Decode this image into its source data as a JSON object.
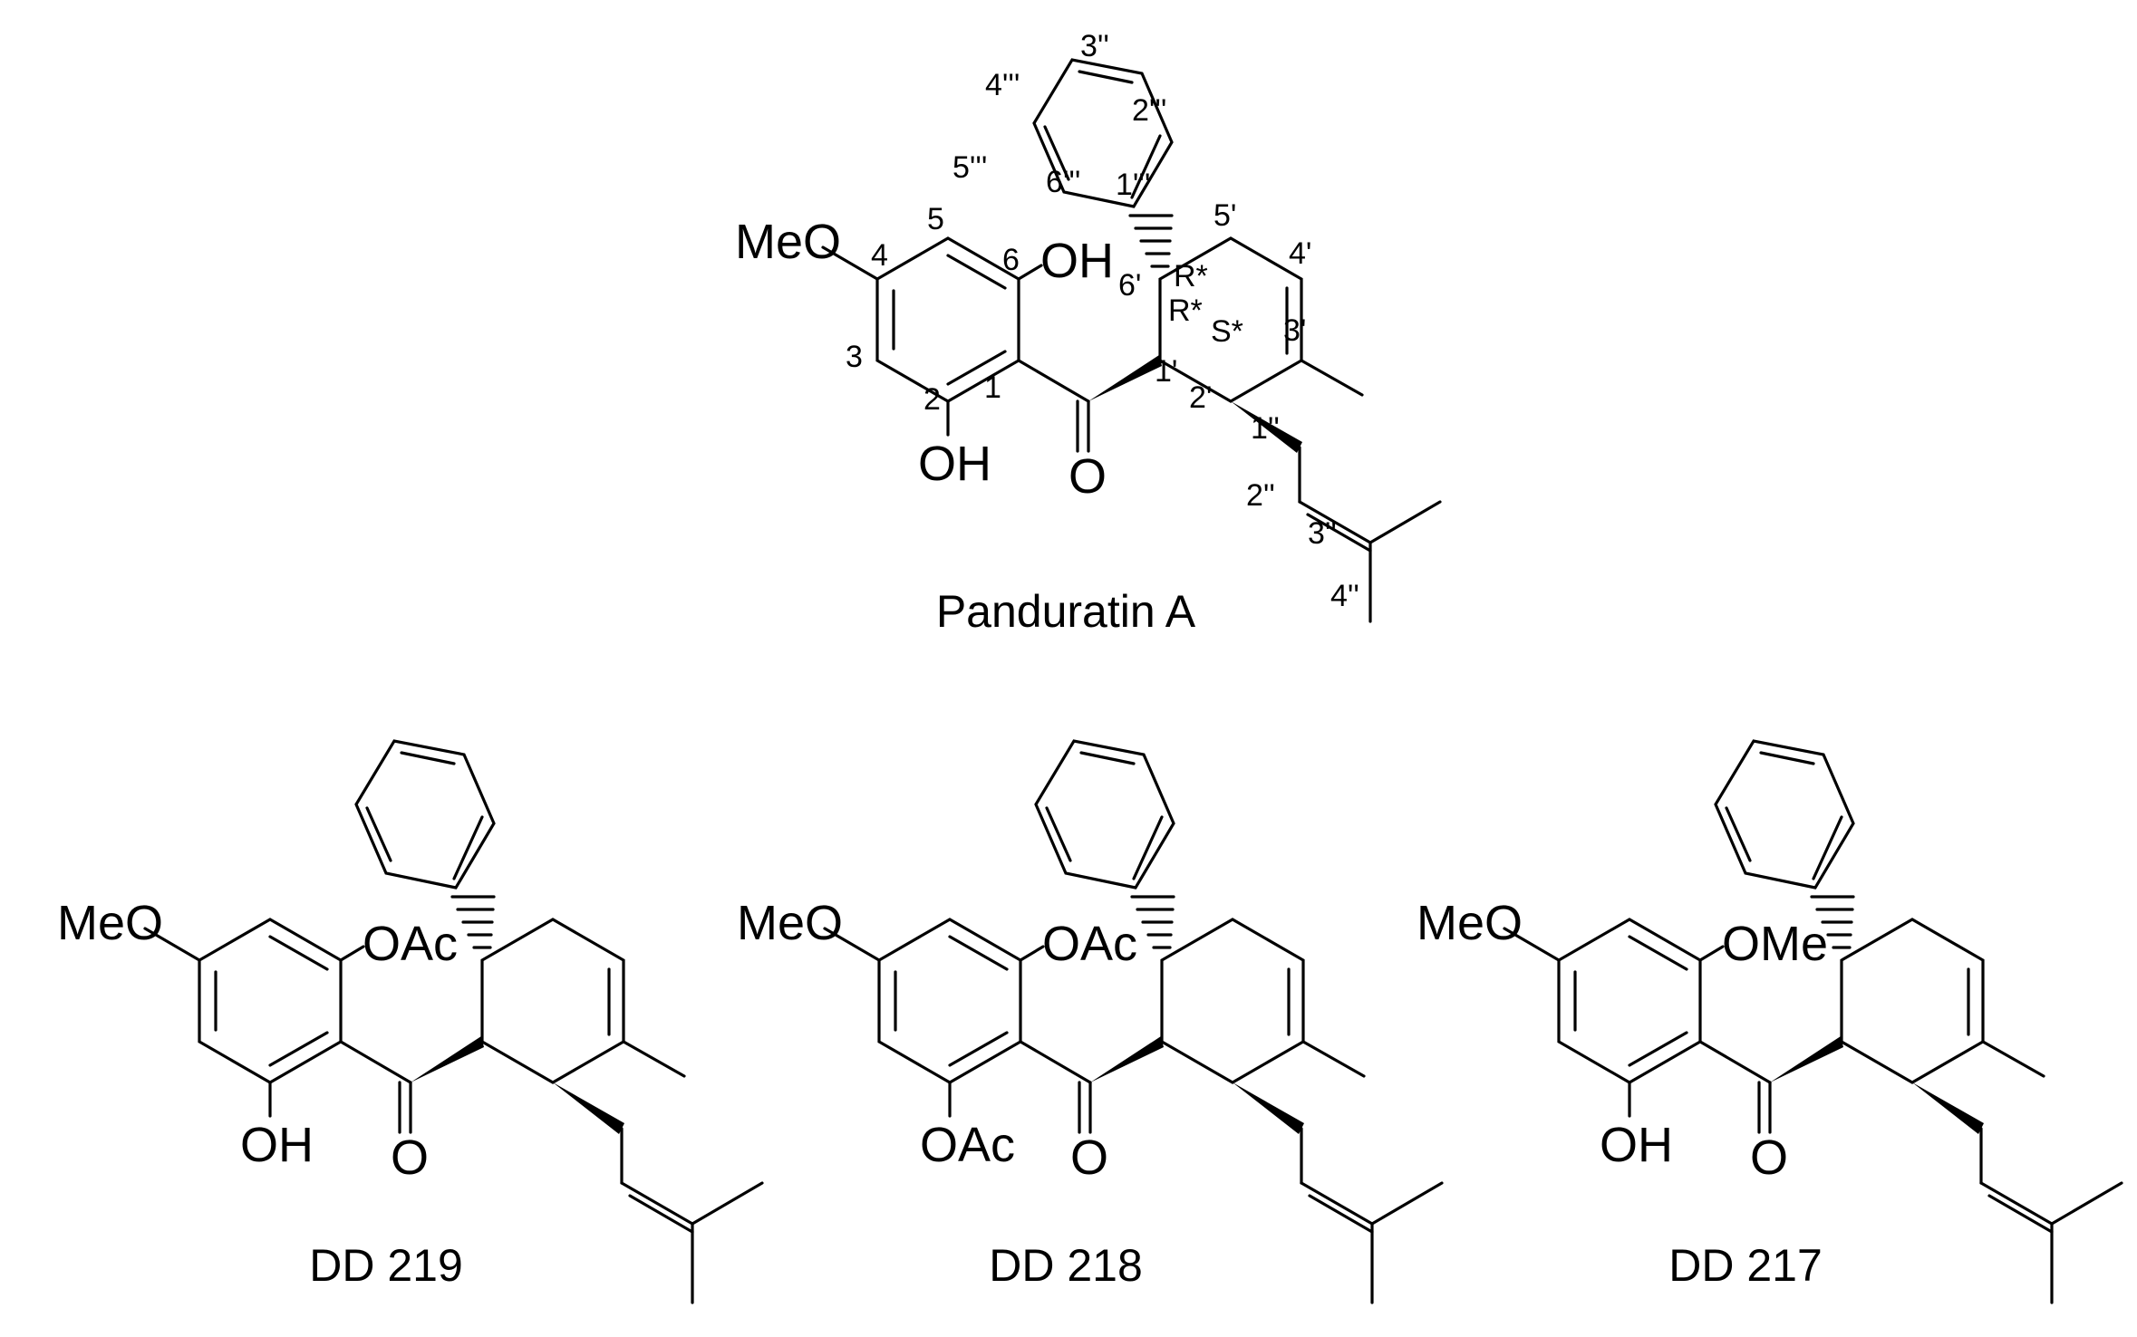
{
  "structures": [
    {
      "caption": "Panduratin A",
      "substituents": {
        "methoxy": "MeO",
        "top": "OH",
        "bottom": "OH",
        "carbonyl": "O"
      },
      "stereo": {
        "c6p": "R*",
        "c1p": "R*",
        "c2p": "S*"
      },
      "numbering": {
        "n5": "5",
        "n6": "6",
        "n4": "4",
        "n3": "3",
        "n2": "2",
        "n1": "1",
        "p1": "1'",
        "p2": "2'",
        "p3": "3'",
        "p4": "4'",
        "p5": "5'",
        "p6": "6'",
        "d1": "1''",
        "d2": "2''",
        "d3": "3''",
        "d4": "4''",
        "t1": "1'''",
        "t2": "2'''",
        "t3": "3''",
        "t4": "4'''",
        "t5": "5'''",
        "t6": "6'''"
      }
    },
    {
      "caption": "DD 219",
      "substituents": {
        "methoxy": "MeO",
        "top": "OAc",
        "bottom": "OH",
        "carbonyl": "O"
      }
    },
    {
      "caption": "DD 218",
      "substituents": {
        "methoxy": "MeO",
        "top": "OAc",
        "bottom": "OAc",
        "carbonyl": "O"
      }
    },
    {
      "caption": "DD 217",
      "substituents": {
        "methoxy": "MeO",
        "top": "OMe",
        "bottom": "OH",
        "carbonyl": "O"
      }
    }
  ]
}
